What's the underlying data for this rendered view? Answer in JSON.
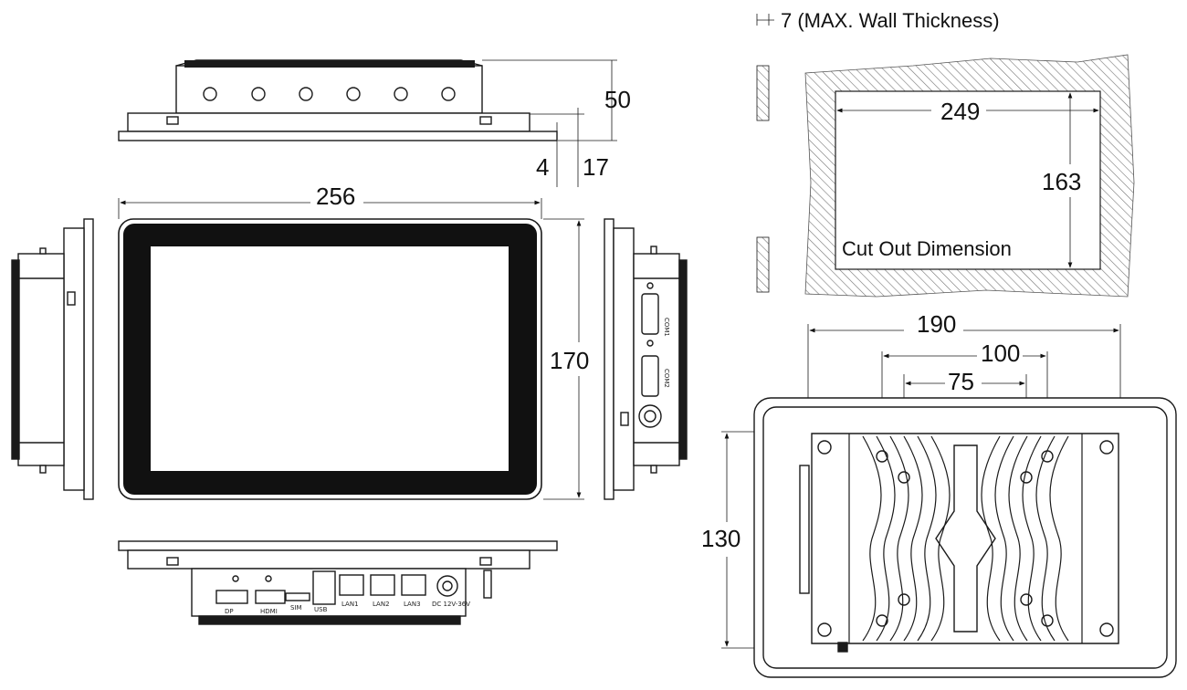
{
  "dimensions": {
    "height_depth": "50",
    "bezel_offset": "4",
    "frame_depth": "17",
    "width": "256",
    "height": "170",
    "wall_thickness": "7 (MAX. Wall Thickness)",
    "cutout_width": "249",
    "cutout_height": "163",
    "cutout_label": "Cut Out Dimension",
    "vesa_outer": "190",
    "vesa_100": "100",
    "vesa_75": "75",
    "rear_height": "130"
  },
  "connector_labels": {
    "com1": "COM1",
    "com2": "COM2",
    "dp": "DP",
    "hdmi": "HDMI",
    "sim": "SIM",
    "usb": "USB",
    "lan1": "LAN1",
    "lan2": "LAN2",
    "lan3": "LAN3",
    "dc_in": "DC 12V-36V"
  },
  "colors": {
    "line": "#1a1a1a",
    "screen_bezel": "#111111",
    "hatch": "#777777"
  }
}
